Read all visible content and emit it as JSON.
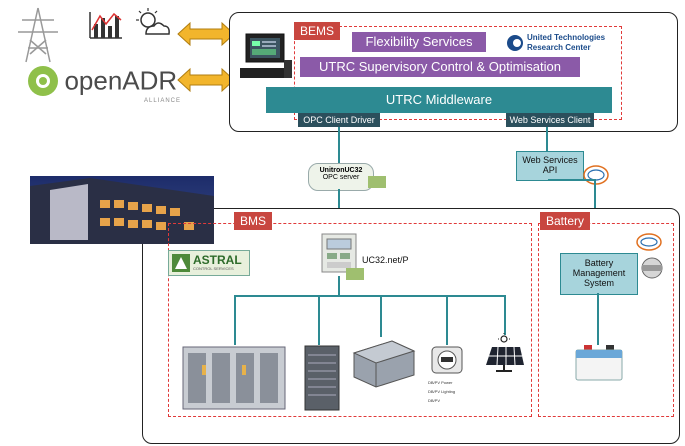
{
  "bems": {
    "tag": "BEMS",
    "flexibility": "Flexibility Services",
    "supervisory": "UTRC Supervisory Control & Optimisation",
    "middleware": "UTRC Middleware",
    "opc_client": "OPC Client Driver",
    "ws_client": "Web Services Client",
    "utrc_logo_line1": "United Technologies",
    "utrc_logo_line2": "Research Center"
  },
  "external": {
    "openadr_main": "openADR",
    "openadr_sub": "ALLIANCE"
  },
  "middle": {
    "unitronic_line1": "UnitronUC32",
    "unitronic_line2": "OPC server",
    "ws_api_line1": "Web Services",
    "ws_api_line2": "API"
  },
  "bms": {
    "tag": "BMS",
    "astral": "ASTRAL",
    "astral_sub": "CONTROL SERVICES",
    "controller_label": "UC32.net/P",
    "meter_lines": [
      "DB/PV Power",
      "DB/PV Lighting",
      "DB/PV"
    ]
  },
  "battery": {
    "tag": "Battery",
    "bms_line1": "Battery",
    "bms_line2": "Management",
    "bms_line3": "System"
  },
  "colors": {
    "accent_red": "#c8463f",
    "purple": "#8b5aa8",
    "teal": "#2d8a92",
    "arrow": "#f2b52c"
  }
}
